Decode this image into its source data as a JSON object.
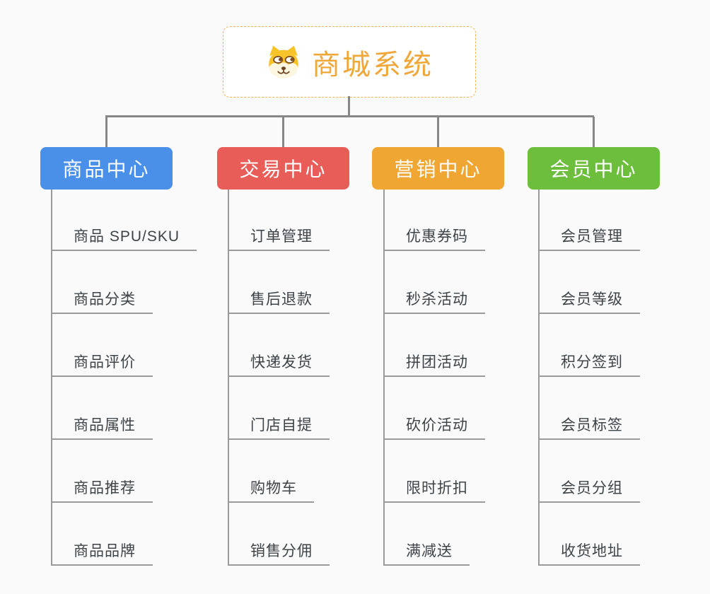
{
  "root": {
    "title": "商城系统",
    "icon": "shiba-dog-icon",
    "accent_color": "#f0a73a",
    "border_color": "#f2b254"
  },
  "branches": [
    {
      "label": "商品中心",
      "color": "#4a90e9",
      "items": [
        "商品 SPU/SKU",
        "商品分类",
        "商品评价",
        "商品属性",
        "商品推荐",
        "商品品牌"
      ]
    },
    {
      "label": "交易中心",
      "color": "#e95d58",
      "items": [
        "订单管理",
        "售后退款",
        "快递发货",
        "门店自提",
        "购物车",
        "销售分佣"
      ]
    },
    {
      "label": "营销中心",
      "color": "#efa632",
      "items": [
        "优惠券码",
        "秒杀活动",
        "拼团活动",
        "砍价活动",
        "限时折扣",
        "满减送"
      ]
    },
    {
      "label": "会员中心",
      "color": "#6dbe3d",
      "items": [
        "会员管理",
        "会员等级",
        "积分签到",
        "会员标签",
        "会员分组",
        "收货地址"
      ]
    }
  ],
  "connector_color": "#878787",
  "line_color": "#9a9a9a"
}
